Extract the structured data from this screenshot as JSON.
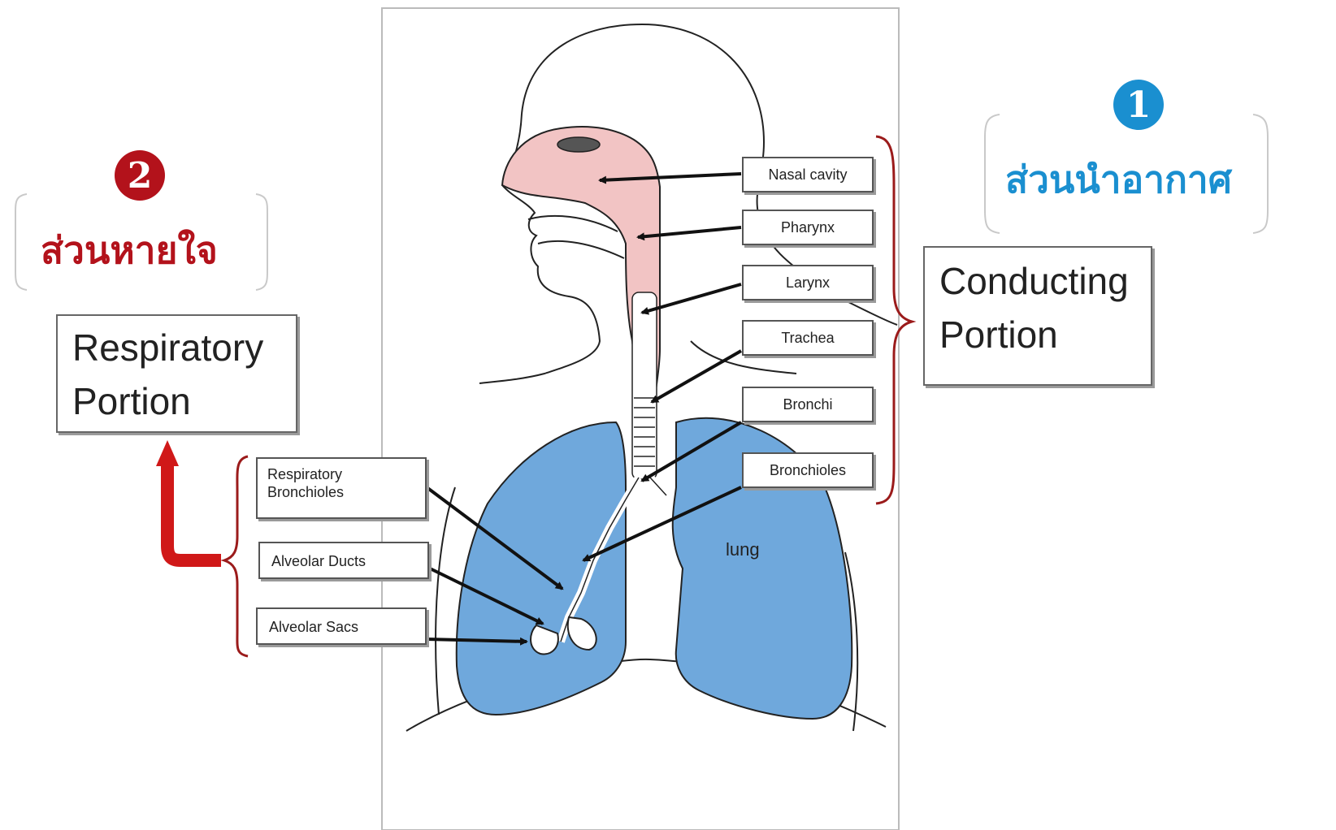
{
  "conducting": {
    "number": "1",
    "thai_label": "ส่วนนำอากาศ",
    "portion_label": "Conducting\nPortion",
    "color": "#1a8fd0"
  },
  "respiratory": {
    "number": "2",
    "thai_label": "ส่วนหายใจ",
    "portion_label": "Respiratory\nPortion",
    "color": "#b3121b"
  },
  "labels": {
    "nasal_cavity": "Nasal cavity",
    "pharynx": "Pharynx",
    "larynx": "Larynx",
    "trachea": "Trachea",
    "bronchi": "Bronchi",
    "bronchioles": "Bronchioles",
    "respiratory_bronchioles": "Respiratory\nBronchioles",
    "alveolar_ducts": "Alveolar Ducts",
    "alveolar_sacs": "Alveolar Sacs",
    "lung": "lung"
  },
  "colors": {
    "lung_fill": "#6fa8dc",
    "airway_fill": "#f2c4c4",
    "bracket": "#9b1b1b",
    "arrow": "#111111",
    "frame": "#bbbbbb"
  }
}
